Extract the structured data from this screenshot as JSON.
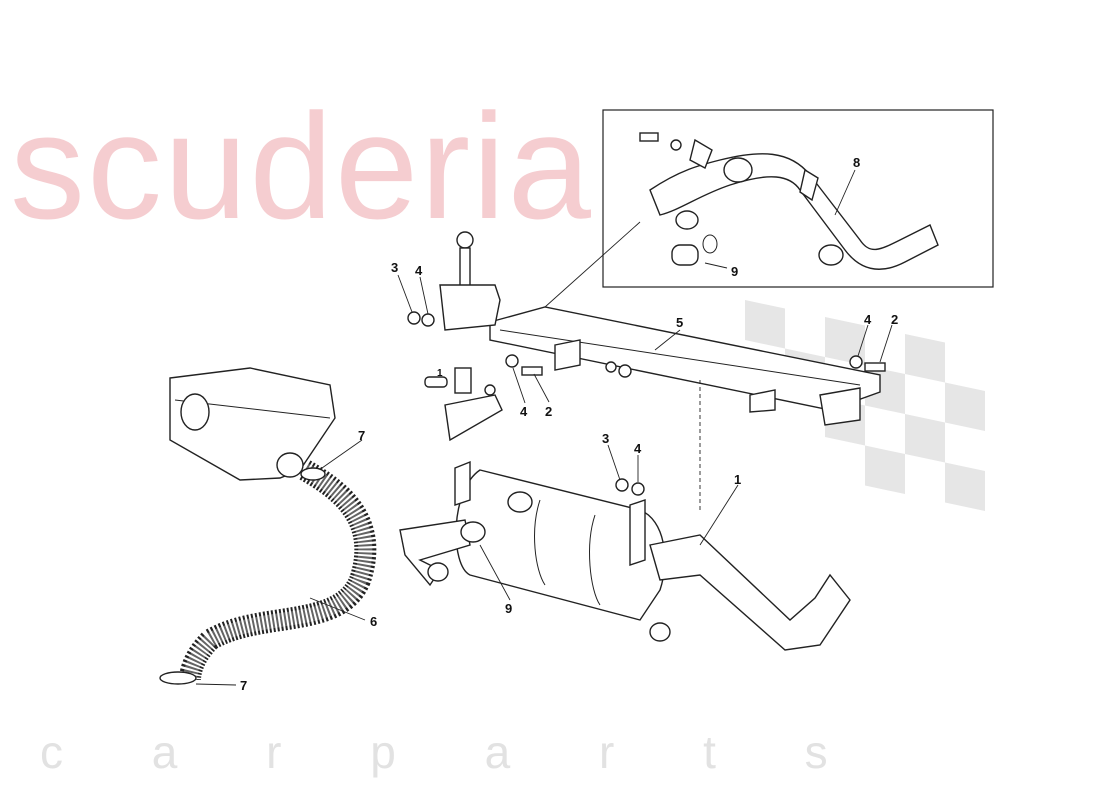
{
  "watermark": {
    "line1": "scuderia",
    "line2": "c a r   p a r t s",
    "color": "#f5cdd0",
    "secondary_color": "#e2e2e2",
    "flag_icon": "checkered-flag"
  },
  "callouts": {
    "c1": "1",
    "c2a": "2",
    "c2b": "2",
    "c3a": "3",
    "c3b": "3",
    "c4a": "4",
    "c4b": "4",
    "c4c": "4",
    "c4d": "4",
    "c5": "5",
    "c6": "6",
    "c7a": "7",
    "c7b": "7",
    "c8": "8",
    "c9a": "9",
    "c9b": "9",
    "cI": "1"
  }
}
